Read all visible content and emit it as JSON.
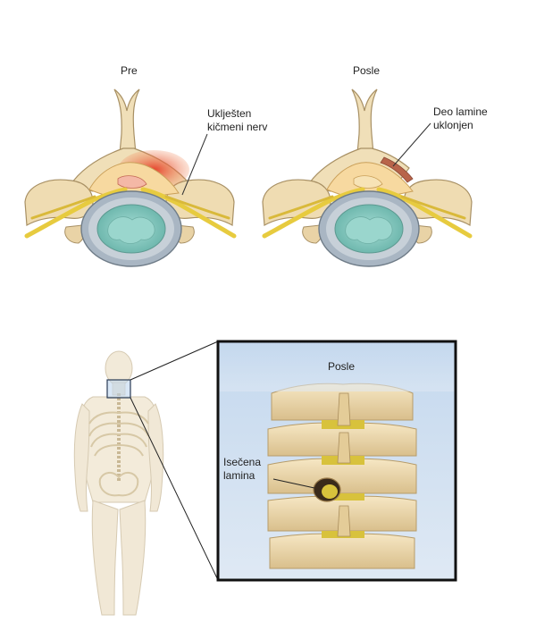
{
  "labels": {
    "before": "Pre",
    "after": "Posle",
    "pinched_nerve_line1": "Uklješten",
    "pinched_nerve_line2": "kičmeni nerv",
    "lamina_removed_line1": "Deo lamine",
    "lamina_removed_line2": "uklonjen",
    "inset_title": "Posle",
    "cut_lamina_line1": "Isečena",
    "cut_lamina_line2": "lamina"
  },
  "colors": {
    "bone": "#f0dfb8",
    "bone_dark": "#cbb283",
    "nerve": "#e9cf4a",
    "disc_outer": "#a7b4c1",
    "disc_inner": "#8ecfc6",
    "spinal_cord": "#f6d79a",
    "inflammation": "#e8503a",
    "inset_bg": "#c9dcef",
    "body_outline": "#d8cdb7"
  },
  "icons": {
    "vertebra_before": "vertebra-cross-section-icon",
    "vertebra_after": "vertebra-cross-section-icon",
    "human_figure": "human-back-skeleton-icon",
    "spine_closeup": "cervical-spine-icon"
  }
}
